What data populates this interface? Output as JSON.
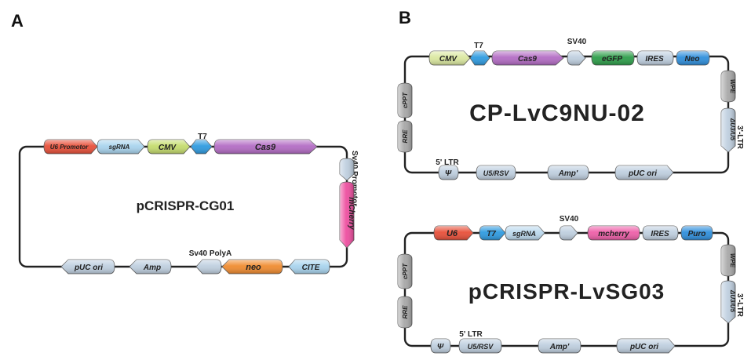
{
  "panels": [
    {
      "letter": "A",
      "title": "pCRISPR-CG01",
      "elements": [
        {
          "label": "U6 Promotor",
          "color": "#e8503a"
        },
        {
          "label": "sgRNA",
          "color": "#a9d4ee"
        },
        {
          "label": "CMV",
          "color": "#c5dc6e"
        },
        {
          "label": "",
          "color": "#2f9be0"
        },
        {
          "label": "Cas9",
          "color": "#b36cc4"
        },
        {
          "label": "",
          "color": "#bfcfdf"
        },
        {
          "label": "mCherry",
          "color": "#ee4fa0"
        },
        {
          "label": "CITE",
          "color": "#a9d4ee"
        },
        {
          "label": "neo",
          "color": "#f08c30"
        },
        {
          "label": "",
          "color": "#bfcfdf"
        },
        {
          "label": "Amp",
          "color": "#bfcfdf"
        },
        {
          "label": "pUC ori",
          "color": "#bfcfdf"
        }
      ],
      "annotations": [
        "T7",
        "Sv40 Promotor",
        "Sv40 PolyA"
      ]
    },
    {
      "letter": "B",
      "title": "CP-LvC9NU-02",
      "elements": [
        {
          "label": "CMV",
          "color": "#dbe8a0"
        },
        {
          "label": "",
          "color": "#2f9be0"
        },
        {
          "label": "Cas9",
          "color": "#b36cc4"
        },
        {
          "label": "",
          "color": "#bfcfdf"
        },
        {
          "label": "eGFP",
          "color": "#2e9e4a"
        },
        {
          "label": "IRES",
          "color": "#bfcfdf"
        },
        {
          "label": "Neo",
          "color": "#2f8fdc"
        },
        {
          "label": "WPE",
          "color": "#a8a8a8"
        },
        {
          "label": "ΔU3/U5",
          "color": "#bfcfdf"
        },
        {
          "label": "pUC ori",
          "color": "#bfcfdf"
        },
        {
          "label": "Amp'",
          "color": "#bfcfdf"
        },
        {
          "label": "U5/RSV",
          "color": "#bfcfdf"
        },
        {
          "label": "Ψ",
          "color": "#bfcfdf"
        },
        {
          "label": "RRE",
          "color": "#a8a8a8"
        },
        {
          "label": "cPPT",
          "color": "#a8a8a8"
        }
      ],
      "annotations": [
        "T7",
        "SV40",
        "5' LTR",
        "3'-LTR"
      ]
    },
    {
      "title": "pCRISPR-LvSG03",
      "elements": [
        {
          "label": "U6",
          "color": "#e8503a"
        },
        {
          "label": "T7",
          "color": "#2f9be0"
        },
        {
          "label": "sgRNA",
          "color": "#bcd9ee"
        },
        {
          "label": "",
          "color": "#bfcfdf"
        },
        {
          "label": "mcherry",
          "color": "#ee5fa8"
        },
        {
          "label": "IRES",
          "color": "#bfcfdf"
        },
        {
          "label": "Puro",
          "color": "#2f8fdc"
        },
        {
          "label": "WPE",
          "color": "#a8a8a8"
        },
        {
          "label": "ΔU3/U5",
          "color": "#bfcfdf"
        },
        {
          "label": "pUC ori",
          "color": "#bfcfdf"
        },
        {
          "label": "Amp'",
          "color": "#bfcfdf"
        },
        {
          "label": "U5/RSV",
          "color": "#bfcfdf"
        },
        {
          "label": "Ψ",
          "color": "#bfcfdf"
        },
        {
          "label": "RRE",
          "color": "#a8a8a8"
        },
        {
          "label": "cPPT",
          "color": "#a8a8a8"
        }
      ],
      "annotations": [
        "SV40",
        "5' LTR",
        "3'-LTR"
      ]
    }
  ]
}
